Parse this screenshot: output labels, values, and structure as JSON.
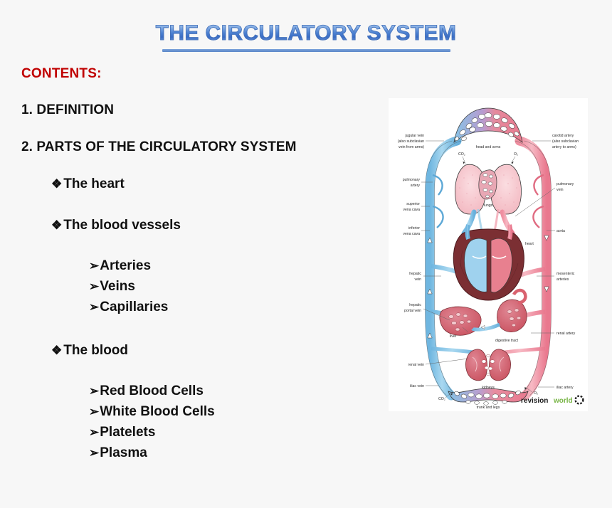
{
  "slide": {
    "title": "THE CIRCULATORY SYSTEM",
    "contents_heading": "CONTENTS:",
    "background_color": "#f7f7f7",
    "title_color": "#4a7fd0",
    "heading_color": "#c00000"
  },
  "outline": {
    "sections": [
      {
        "label": "1. DEFINITION"
      },
      {
        "label": "2. PARTS OF THE CIRCULATORY SYSTEM"
      }
    ],
    "bullet_glyph_level1": "❖",
    "bullet_glyph_level2": "➢",
    "groups": [
      {
        "label": "The heart",
        "children": []
      },
      {
        "label": "The blood vessels",
        "children": [
          "Arteries",
          "Veins",
          "Capillaries"
        ]
      },
      {
        "label": "The blood",
        "children": [
          "Red Blood Cells",
          "White Blood Cells",
          "Platelets",
          "Plasma"
        ]
      }
    ]
  },
  "diagram": {
    "alt": "double circulation diagram of the human circulatory system",
    "labels": {
      "jugular_vein": "jugular vein",
      "jugular_vein_2": "(also subclavian",
      "jugular_vein_3": "vein from arms)",
      "carotid_artery": "carotid artery",
      "carotid_artery_2": "(also subclavian",
      "carotid_artery_3": "artery to arms)",
      "head_and_arms": "head and arms",
      "co2_top": "CO₂",
      "o2_top": "O₂",
      "pulmonary_artery": "pulmonary",
      "pulmonary_artery_2": "artery",
      "pulmonary_vein": "pulmonary",
      "pulmonary_vein_2": "vein",
      "lungs": "lungs",
      "superior_vena_cava": "superior",
      "superior_vena_cava_2": "vena cava",
      "inferior_vena_cava": "inferior",
      "inferior_vena_cava_2": "vena cava",
      "aorta": "aorta",
      "heart": "heart",
      "hepatic_vein": "hepatic",
      "hepatic_vein_2": "vein",
      "mesenteric_arteries": "mesenteric",
      "mesenteric_arteries_2": "arteries",
      "hepatic_portal_vein": "hepatic",
      "hepatic_portal_vein_2": "portal vein",
      "liver": "liver",
      "digestive_tract": "digestive tract",
      "renal_vein": "renal vein",
      "renal_artery": "renal artery",
      "kidneys": "kidneys",
      "iliac_vein": "iliac vein",
      "iliac_artery": "iliac artery",
      "co2_bottom": "CO₂",
      "o2_bottom": "O₂",
      "trunk_and_legs": "trunk and legs"
    },
    "watermark": {
      "part1": "revision",
      "part2": "world",
      "part1_color": "#1a1a1a",
      "part2_color": "#7ab648"
    },
    "colors": {
      "deoxygenated_blue": "#8fc6e8",
      "oxygenated_red": "#ef8b9c",
      "heart_muscle": "#7b2f33",
      "lung_pink": "#f6c3c9",
      "organ_red": "#d9626f"
    }
  }
}
